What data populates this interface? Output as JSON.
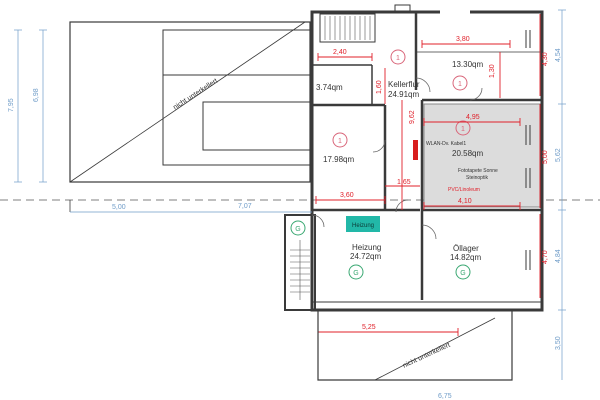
{
  "colors": {
    "wall": "#3a3a3a",
    "red_dim": "#e0202a",
    "blue_dim": "#6f9cc8",
    "room_marker": "#d9667a",
    "green_marker": "#3aa872",
    "heating_box": "#22b8a8",
    "selected_fill": "#dcdcdc"
  },
  "rooms": {
    "kellerflur": {
      "name": "Kellerflur",
      "area": "24.91qm"
    },
    "r13": {
      "area": "13.30qm"
    },
    "r374": {
      "area": "3.74qm"
    },
    "r1798": {
      "area": "17.98qm"
    },
    "r2058": {
      "area": "20.58qm",
      "note_wlan": "WLAN-Dv. Kabel1",
      "note_foto1": "Fototapete Sonne",
      "note_foto2": "Steinoptik",
      "floor": "PVC/Linoleum"
    },
    "heizung": {
      "name": "Heizung",
      "area": "24.72qm",
      "label": "Heizung"
    },
    "oellager": {
      "name": "Öllager",
      "area": "14.82qm"
    }
  },
  "unexcavated": [
    "nicht  unterkellert",
    "nicht  unterkellert"
  ],
  "dims_red": {
    "d240": "2,40",
    "d380": "3,80",
    "d130": "1,30",
    "d160": "1,60",
    "d960": "9,62",
    "d495": "4,95",
    "d500": "5,00",
    "d360": "3,60",
    "d165": "1,65",
    "d410": "4,10",
    "d470": "4,70",
    "d525": "5,25",
    "d430": "4,30"
  },
  "dims_blue": {
    "d795": "7,95",
    "d698": "6,98",
    "d500": "5,00",
    "d707": "7,07",
    "d454": "4,54",
    "d562": "5,62",
    "d484": "4,84",
    "d350": "3,50",
    "d675": "6,75"
  }
}
